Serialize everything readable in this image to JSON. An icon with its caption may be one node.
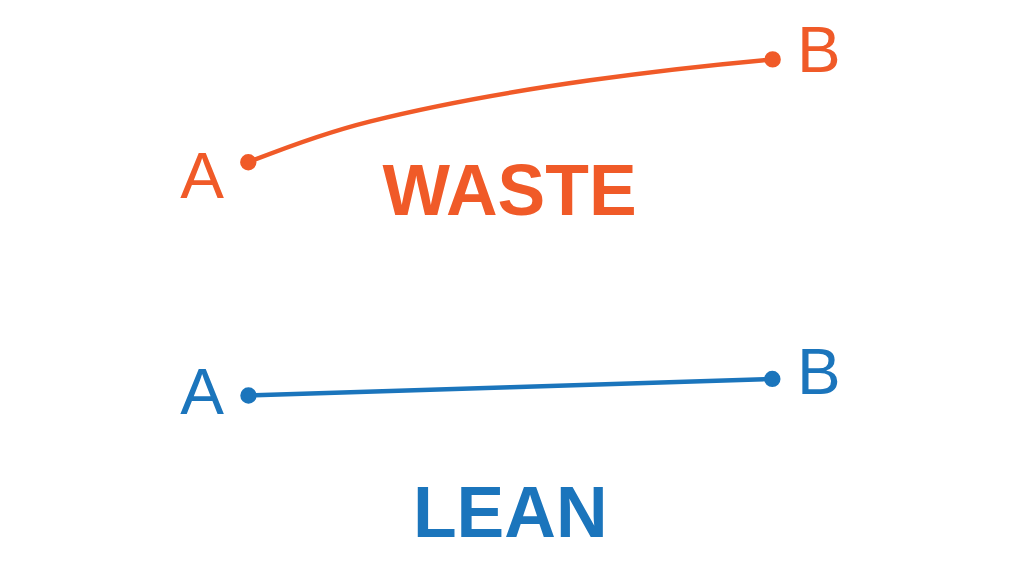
{
  "diagram": {
    "nodes": [
      {
        "text": [
          "A"
        ]
      },
      {
        "text": [
          "B"
        ]
      },
      {
        "text": [
          "A"
        ]
      },
      {
        "text": [
          "B"
        ]
      }
    ],
    "edges": [
      {
        "from": 0,
        "to": 1,
        "arrow": "other",
        "color": "#f05a28"
      },
      {
        "from": 2,
        "to": 3,
        "arrow": "other",
        "color": "#1b75bc"
      }
    ],
    "labels": [
      "WASTE",
      "LEAN"
    ]
  }
}
